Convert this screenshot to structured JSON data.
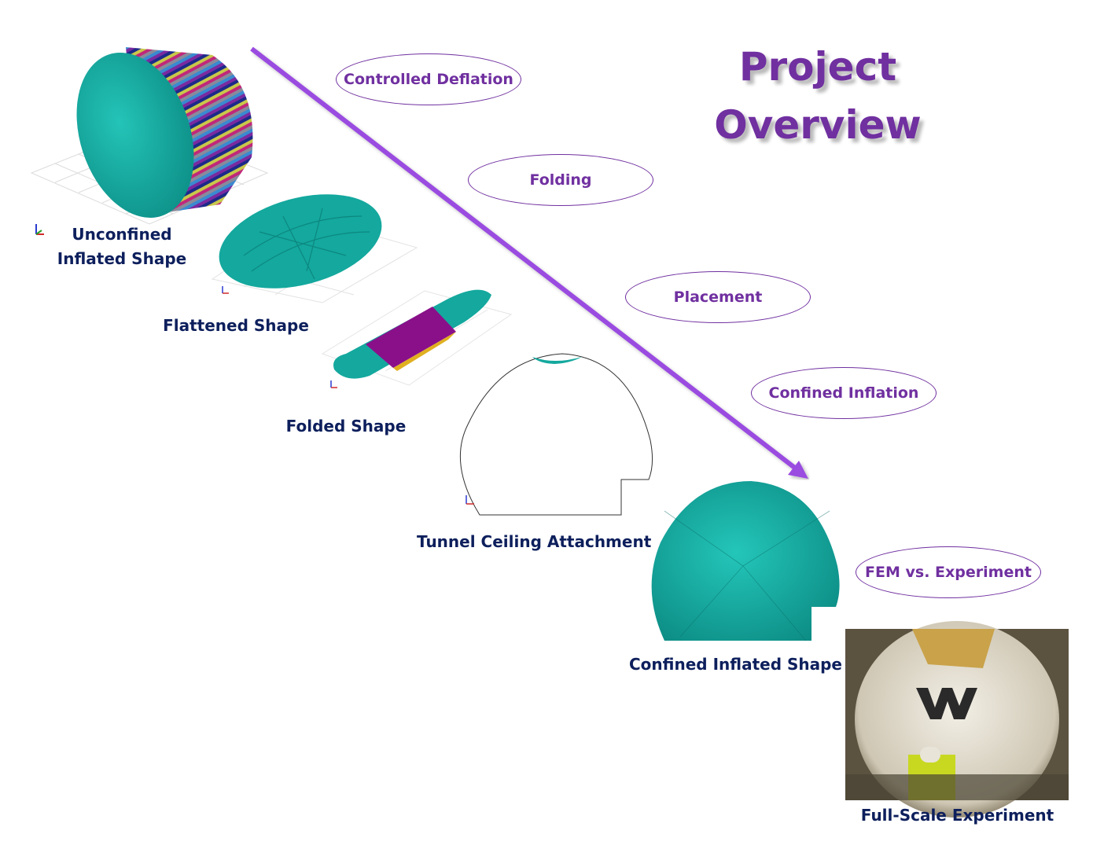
{
  "title": {
    "line1": "Project",
    "line2": "Overview"
  },
  "process_steps": [
    {
      "label": "Controlled Deflation"
    },
    {
      "label": "Folding"
    },
    {
      "label": "Placement"
    },
    {
      "label": "Confined Inflation"
    },
    {
      "label": "FEM vs. Experiment"
    }
  ],
  "stages": [
    {
      "line1": "Unconfined",
      "line2": "Inflated Shape"
    },
    {
      "label": "Flattened Shape"
    },
    {
      "label": "Folded Shape"
    },
    {
      "label": "Tunnel Ceiling Attachment"
    },
    {
      "label": "Confined Inflated Shape"
    },
    {
      "label": "Full-Scale Experiment"
    }
  ],
  "colors": {
    "title": "#7030a0",
    "oval": "#7030a0",
    "caption": "#0d1f5c",
    "mesh_teal": "#16a9a0",
    "fold_purple": "#8a108a",
    "arrow": "#9a4be0"
  },
  "icons": [
    "axis-triad-icon",
    "wvu-logo"
  ]
}
